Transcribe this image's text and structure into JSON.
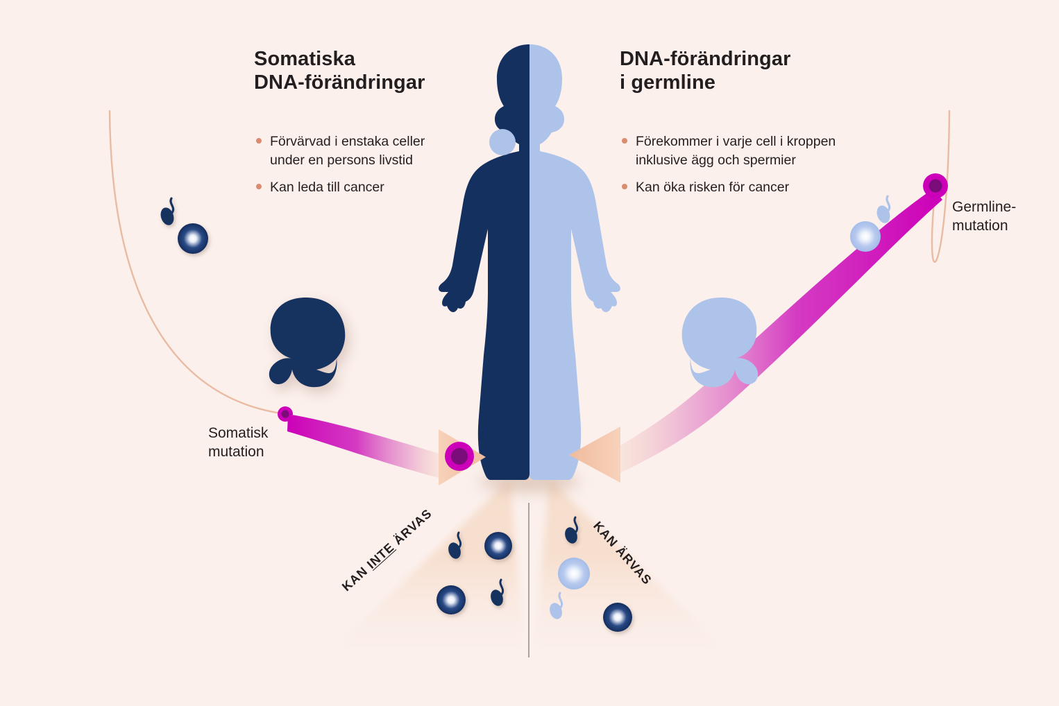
{
  "background_color": "#fbf0ec",
  "colors": {
    "dark_navy": "#14305f",
    "light_blue": "#aec3ea",
    "magenta": "#cc00b8",
    "magenta_dark": "#7b0d7b",
    "peach": "#f4c4a7",
    "salmon_bullet": "#d98d6e",
    "text": "#231f20",
    "arc_line": "#e8b79e"
  },
  "left_column": {
    "title_line1": "Somatiska",
    "title_line2": "DNA-förändringar",
    "bullets": [
      {
        "line1": "Förvärvad i enstaka celler",
        "line2": "under en persons livstid"
      },
      {
        "line1": "Kan leda till cancer",
        "line2": ""
      }
    ]
  },
  "right_column": {
    "title_line1": "DNA-förändringar",
    "title_line2": "i germline",
    "bullets": [
      {
        "line1": "Förekommer i varje cell i kroppen",
        "line2": "inklusive ägg och spermier"
      },
      {
        "line1": "Kan öka risken för cancer",
        "line2": ""
      }
    ]
  },
  "callouts": {
    "somatic": {
      "line1": "Somatisk",
      "line2": "mutation"
    },
    "germline": {
      "line1": "Germline-",
      "line2": "mutation"
    }
  },
  "inheritance_labels": {
    "not_inherited_pre": "KAN ",
    "not_inherited_emph": "INTE",
    "not_inherited_post": " ÄRVAS",
    "inherited": "KAN ÄRVAS"
  },
  "figure": {
    "description": "human-silhouette-split",
    "left_half_color": "#14305f",
    "right_half_color": "#aec3ea",
    "tumor_spot_color": "#aec3ea"
  },
  "icons": {
    "sperm": "sperm-icon",
    "egg": "egg-cell-icon",
    "embryo": "embryo-icon",
    "mutation_dot": "mutation-dot-icon",
    "arrow": "arrow-icon"
  }
}
